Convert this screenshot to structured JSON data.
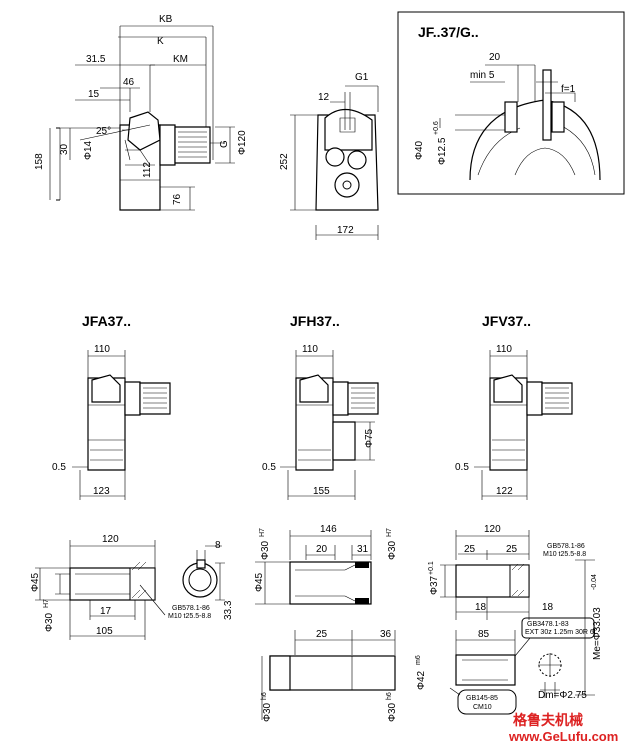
{
  "top_view": {
    "dims": {
      "kb": "KB",
      "k": "K",
      "km": "KM",
      "d31_5": "31.5",
      "d46": "46",
      "d15": "15",
      "d25deg": "25°",
      "d30": "30",
      "d158": "158",
      "phi14": "Φ14",
      "d112": "112",
      "g": "G",
      "phi120": "Φ120",
      "d76": "76"
    }
  },
  "front_view": {
    "dims": {
      "g1": "G1",
      "d12": "12",
      "d252": "252",
      "d172": "172"
    }
  },
  "jf_inset": {
    "title": "JF..37/G..",
    "dims": {
      "d20": "20",
      "min5": "min 5",
      "f1": "f=1",
      "phi40": "Φ40",
      "phi12_5": "Φ12.5",
      "tol": "+0.6"
    }
  },
  "jfa": {
    "title": "JFA37..",
    "d110": "110",
    "d0_5": "0.5",
    "d123": "123"
  },
  "jfh": {
    "title": "JFH37..",
    "d110": "110",
    "d0_5": "0.5",
    "d155": "155",
    "phi75": "Φ75"
  },
  "jfv": {
    "title": "JFV37..",
    "d110": "110",
    "d0_5": "0.5",
    "d122": "122"
  },
  "jfa_shaft": {
    "d120": "120",
    "phi45": "Φ45",
    "phi30": "Φ30",
    "h7": "H7",
    "d17": "17",
    "d105": "105",
    "d8": "8",
    "d33_3": "33.3",
    "gb_1": "GB578.1-86",
    "gb_2": "M10 t25.5-8.8"
  },
  "jfh_shaft": {
    "d146": "146",
    "d20": "20",
    "d31": "31",
    "phi30a": "Φ30",
    "phi30b": "Φ30",
    "h7": "H7",
    "phi45": "Φ45",
    "d25": "25",
    "d36": "36",
    "phi30c": "Φ30",
    "phi30d": "Φ30",
    "h6": "h6"
  },
  "jfv_shaft": {
    "d120": "120",
    "d25a": "25",
    "d25b": "25",
    "phi37": "Φ37",
    "tol": "+0.1",
    "d18a": "18",
    "d18b": "18",
    "d85": "85",
    "phi42": "Φ42",
    "m6": "m6",
    "gb1_1": "GB578.1-86",
    "gb1_2": "M10 t25.5-8.8",
    "gb2_1": "GB3478.1-83",
    "gb2_2": "EXT 30z 1.25m 30R 6f",
    "gb3_1": "GB145-85",
    "gb3_2": "CM10",
    "me": "Me=Φ33.03",
    "me_tol": "-0.04",
    "dm": "Dm=Φ2.75"
  },
  "watermark": {
    "cn": "格鲁夫机械",
    "url": "www.GeLufu.com"
  }
}
